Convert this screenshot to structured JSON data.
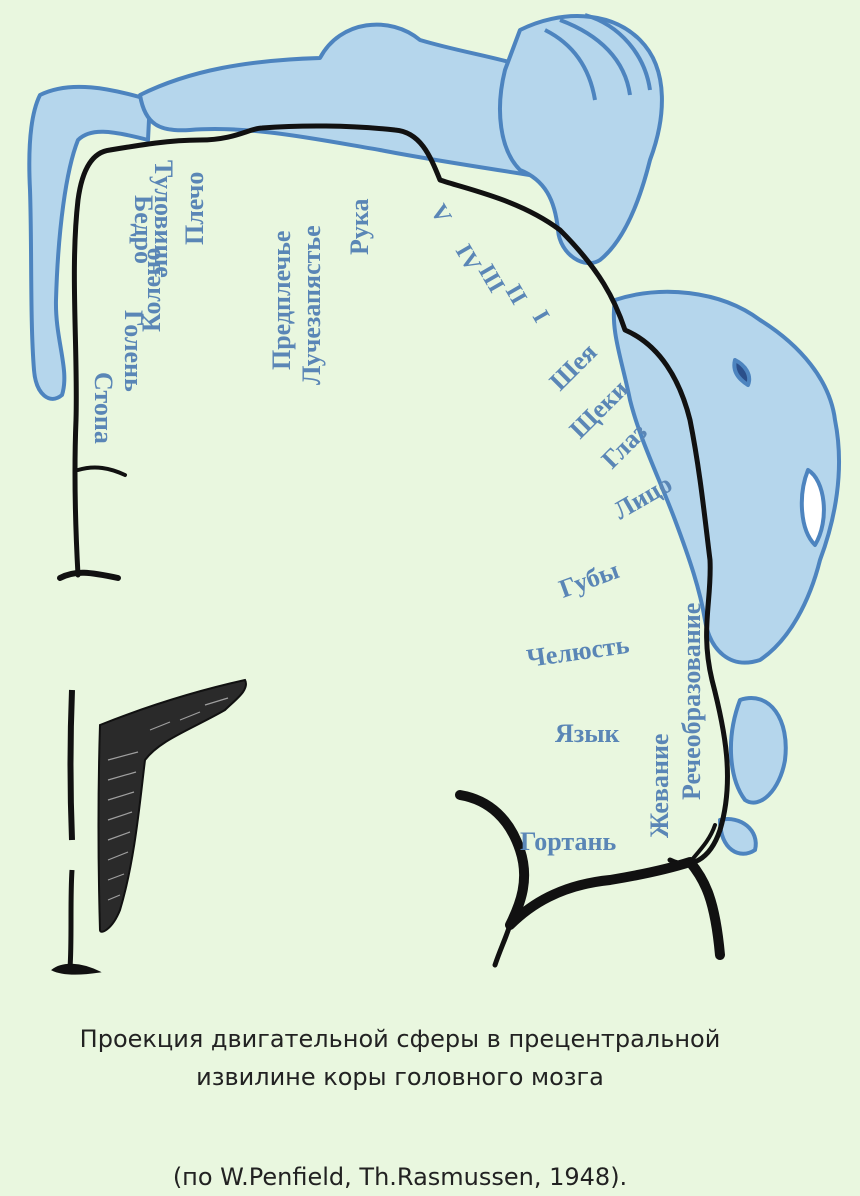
{
  "labels": {
    "stopa": "Стопа",
    "golen": "Голень",
    "koleno": "Колено",
    "bedro": "Бедро",
    "tulovishche": "Туловище",
    "plecho": "Плечо",
    "predplechye": "Предплечье",
    "luchezapyastye": "Лучезапястье",
    "ruka": "Рука",
    "finger_v": "V",
    "finger_iv": "IV",
    "finger_iii": "III",
    "finger_ii": "II",
    "finger_i": "I",
    "sheya": "Шея",
    "shcheki": "Щеки",
    "glaz": "Глаз",
    "litso": "Лицо",
    "guby": "Губы",
    "chelyust": "Челюсть",
    "yazyk": "Язык",
    "gortan": "Гортань",
    "zhevanie": "Жевание",
    "recheobrazovanie": "Речеобразование"
  },
  "caption": {
    "line1": "Проекция двигательной сферы в прецентральной",
    "line2": "извилине коры головного мозга",
    "source": "(по W.Penfield, Th.Rasmussen, 1948)."
  },
  "colors": {
    "background": "#e9f7df",
    "figure_fill": "#b5d6ec",
    "figure_stroke": "#4d84bf",
    "label": "#5a86b6",
    "outline": "#111111"
  }
}
